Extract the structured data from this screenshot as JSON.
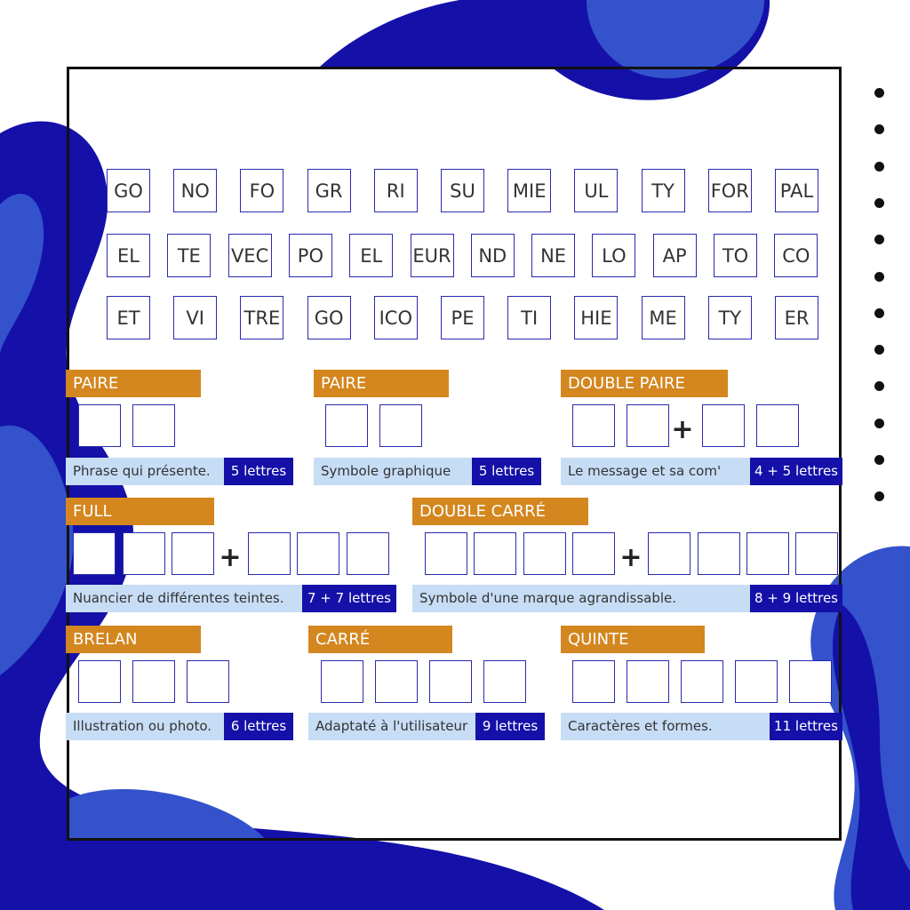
{
  "colors": {
    "dark_blue": "#1410a8",
    "mid_blue": "#3352cc",
    "orange": "#d4861f",
    "light_blue": "#c7ddf5",
    "frame": "#111111"
  },
  "syllable_rows": [
    [
      "GO",
      "NO",
      "FO",
      "GR",
      "RI",
      "SU",
      "MIE",
      "UL",
      "TY",
      "FOR",
      "PAL"
    ],
    [
      "EL",
      "TE",
      "VEC",
      "PO",
      "EL",
      "EUR",
      "ND",
      "NE",
      "LO",
      "AP",
      "TO",
      "CO"
    ],
    [
      "ET",
      "VI",
      "TRE",
      "GO",
      "ICO",
      "PE",
      "TI",
      "HIE",
      "ME",
      "TY",
      "ER"
    ]
  ],
  "puzzles": [
    {
      "title": "PAIRE",
      "clue": "Phrase qui présente.",
      "count": "5 lettres",
      "groups": [
        2
      ]
    },
    {
      "title": "PAIRE",
      "clue": "Symbole graphique",
      "count": "5 lettres",
      "groups": [
        2
      ]
    },
    {
      "title": "DOUBLE PAIRE",
      "clue": "Le message et sa com'",
      "count": "4 + 5 lettres",
      "groups": [
        2,
        2
      ]
    },
    {
      "title": "FULL",
      "clue": "Nuancier de différentes teintes.",
      "count": "7 + 7 lettres",
      "groups": [
        3,
        3
      ]
    },
    {
      "title": "DOUBLE CARRÉ",
      "clue": "Symbole d'une marque agrandissable.",
      "count": "8 + 9 lettres",
      "groups": [
        4,
        4
      ]
    },
    {
      "title": "BRELAN",
      "clue": "Illustration ou photo.",
      "count": "6 lettres",
      "groups": [
        3
      ]
    },
    {
      "title": "CARRÉ",
      "clue": "Adaptaté à l'utilisateur",
      "count": "9 lettres",
      "groups": [
        4
      ]
    },
    {
      "title": "QUINTE",
      "clue": "Caractères et formes.",
      "count": "11 lettres",
      "groups": [
        5
      ]
    }
  ],
  "plus_sign": "+",
  "side_dots": 12
}
